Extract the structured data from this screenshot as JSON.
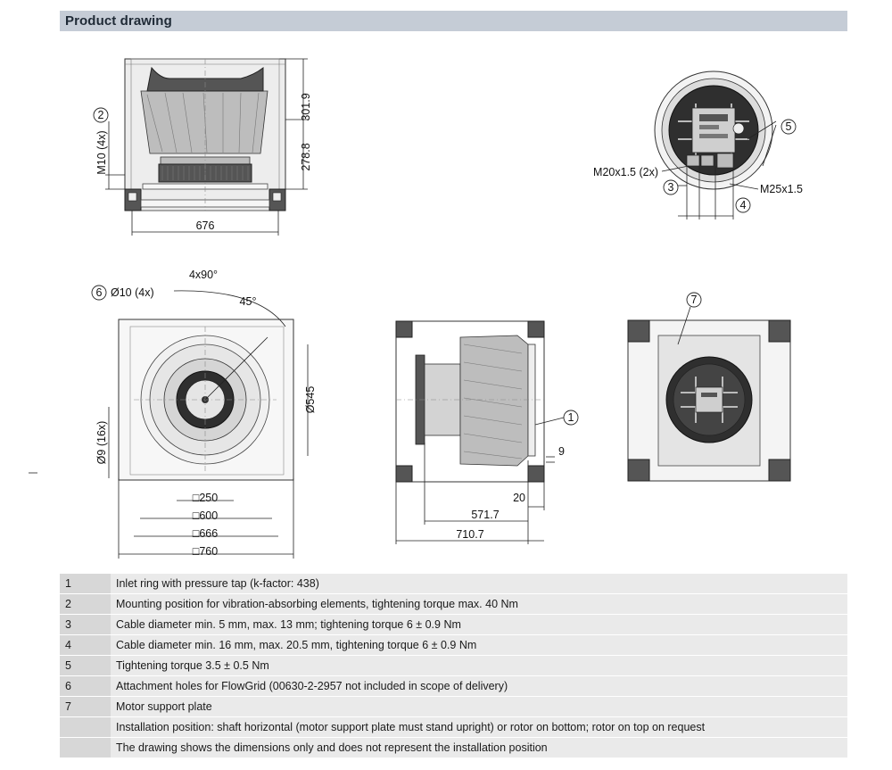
{
  "header": {
    "title": "Product drawing"
  },
  "dimensions": {
    "d301_9": "301.9",
    "d278_8": "278.8",
    "d676": "676",
    "m10": "M10 (4x)",
    "m20": "M20x1.5 (2x)",
    "m25": "M25x1.5",
    "angle_4x90": "4x90°",
    "angle_45": "45°",
    "hole_10": "Ø10 (4x)",
    "hole_9": "Ø9 (16x)",
    "d545": "Ø545",
    "sq250": "□250",
    "sq600": "□600",
    "sq666": "□666",
    "sq760": "□760",
    "d9": "9",
    "d20": "20",
    "d571_7": "571.7",
    "d710_7": "710.7"
  },
  "callouts": {
    "c1": "1",
    "c2": "2",
    "c3": "3",
    "c4": "4",
    "c5": "5",
    "c6": "6",
    "c7": "7"
  },
  "legend": [
    {
      "num": "1",
      "text": "Inlet ring with pressure tap (k-factor: 438)"
    },
    {
      "num": "2",
      "text": "Mounting position for vibration-absorbing elements, tightening torque max. 40 Nm"
    },
    {
      "num": "3",
      "text": "Cable diameter min. 5 mm, max. 13 mm; tightening torque 6 ± 0.9 Nm"
    },
    {
      "num": "4",
      "text": "Cable diameter min. 16 mm, max. 20.5 mm, tightening torque 6 ± 0.9 Nm"
    },
    {
      "num": "5",
      "text": "Tightening torque 3.5 ± 0.5 Nm"
    },
    {
      "num": "6",
      "text": "Attachment holes for FlowGrid (00630-2-2957 not included in scope of delivery)"
    },
    {
      "num": "7",
      "text": "Motor support plate"
    },
    {
      "num": "",
      "text": "Installation position: shaft horizontal (motor support plate must stand upright) or rotor on bottom; rotor on top on request"
    },
    {
      "num": "",
      "text": "The drawing shows the dimensions only and does not represent the installation position"
    }
  ]
}
